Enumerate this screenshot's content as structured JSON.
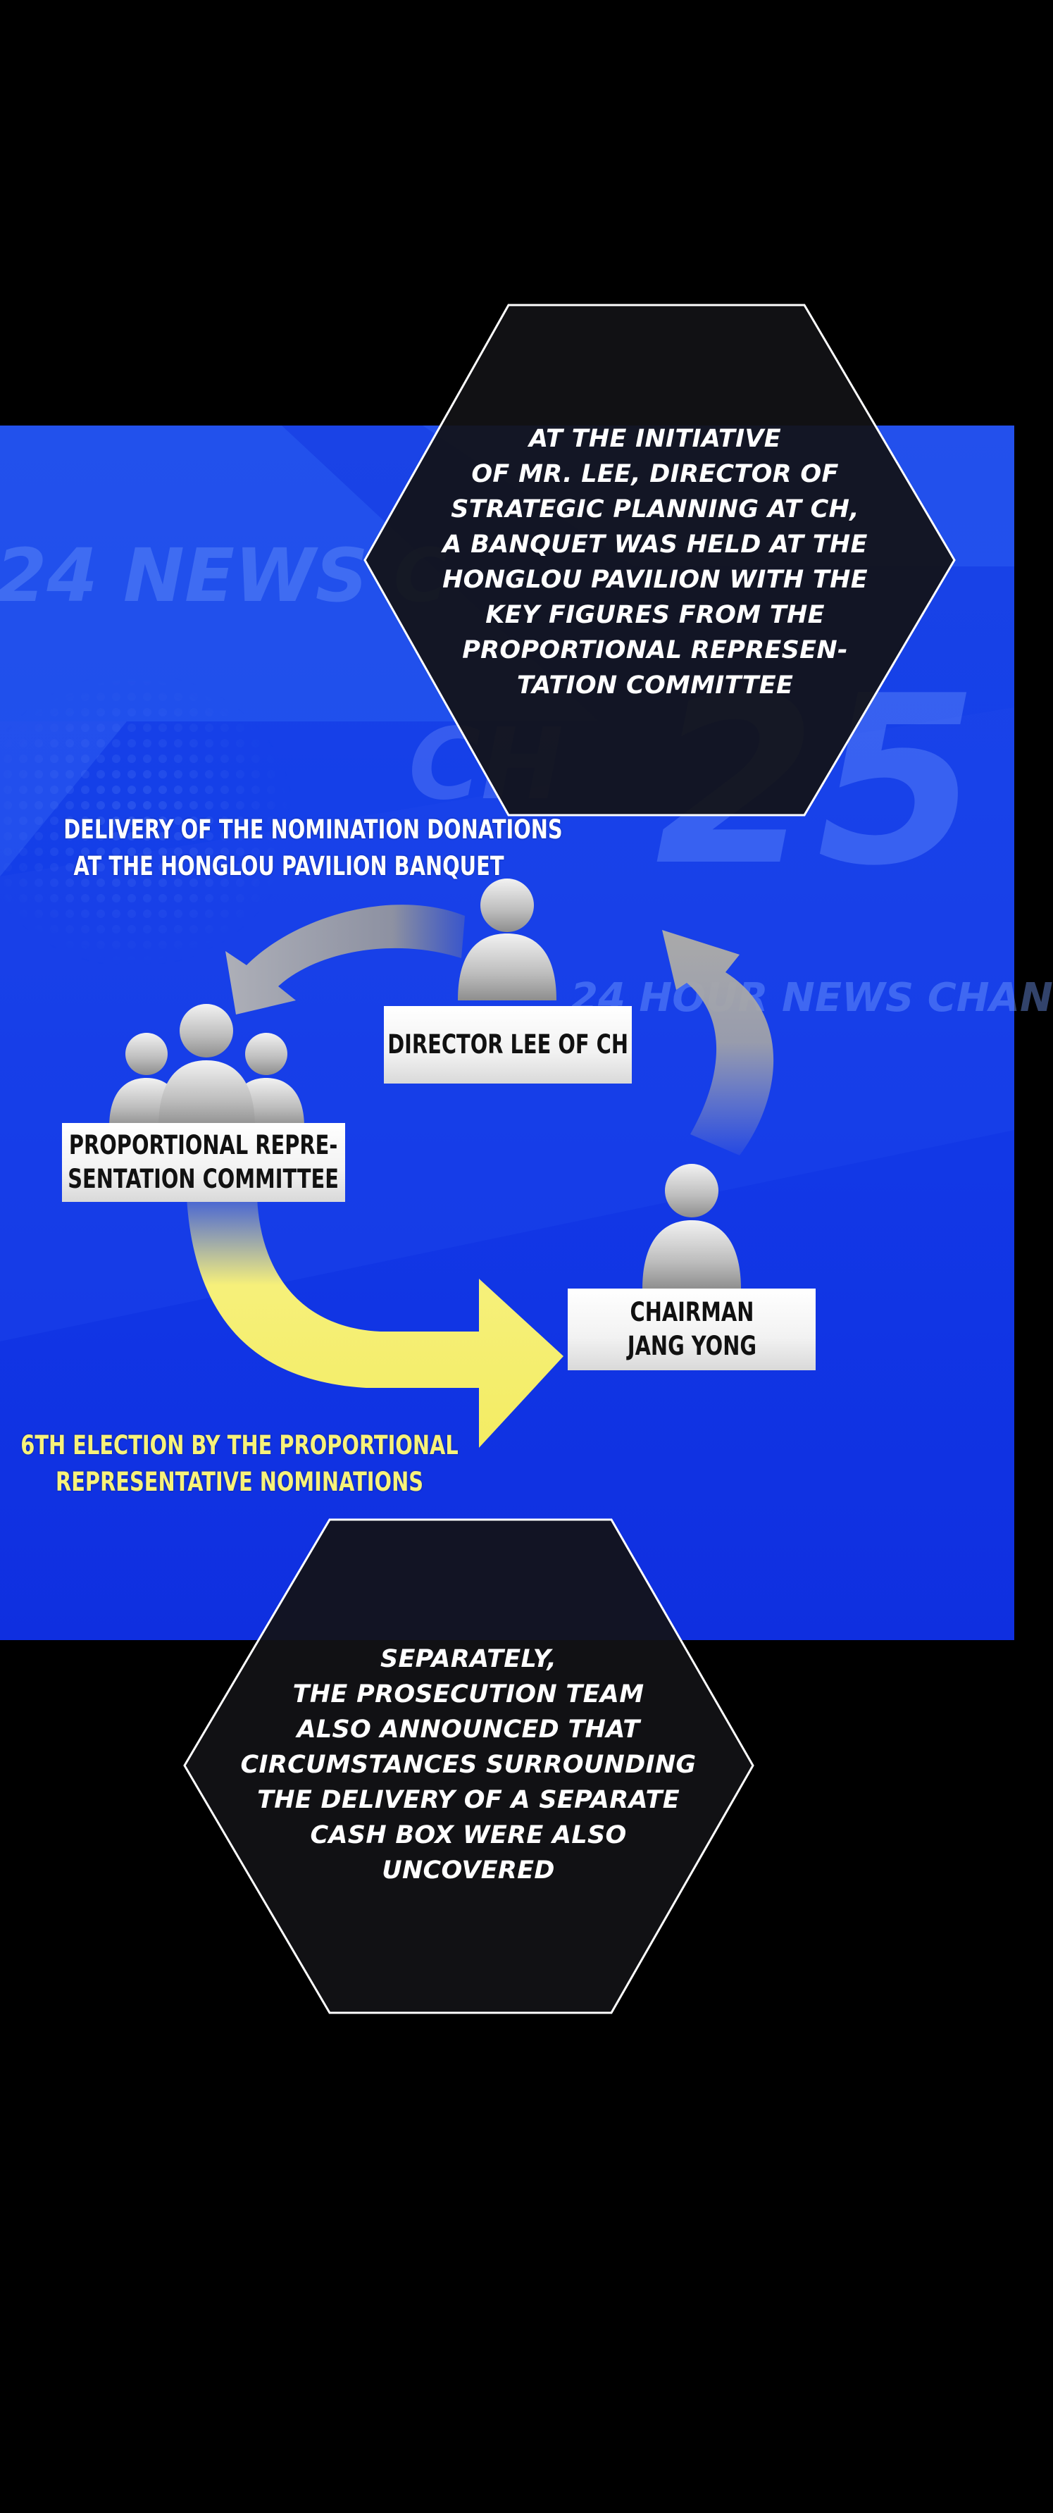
{
  "background": {
    "color_black": "#000000",
    "color_panel": "#1540e8",
    "watermark_left": "24 NEWS C",
    "watermark_ch": "CH",
    "watermark_25": "25",
    "watermark_sub": "24 HOUR NEWS CHAN"
  },
  "top_caption": {
    "lines": [
      "AT THE INITIATIVE",
      "OF MR. LEE, DIRECTOR OF",
      "STRATEGIC PLANNING AT CH,",
      "A BANQUET WAS HELD AT THE",
      "HONGLOU PAVILION WITH THE",
      "KEY FIGURES FROM THE",
      "PROPORTIONAL REPRESEN-",
      "TATION COMMITTEE"
    ]
  },
  "diagram": {
    "delivery_label": [
      "DELIVERY OF THE NOMINATION DONATIONS",
      "AT THE HONGLOU PAVILION BANQUET"
    ],
    "director_tag": "DIRECTOR LEE OF CH",
    "committee_tag": [
      "PROPORTIONAL REPRE-",
      "SENTATION COMMITTEE"
    ],
    "chairman_tag": [
      "CHAIRMAN",
      "JANG YONG"
    ],
    "election_label": [
      "6TH ELECTION BY THE PROPORTIONAL",
      "REPRESENTATIVE NOMINATIONS"
    ],
    "colors": {
      "gray_arrow": "#a7a7a7",
      "yellow_arrow": "#f6f07a",
      "yellow_text": "#f7f27a"
    }
  },
  "bottom_caption": {
    "lines": [
      "SEPARATELY,",
      "THE PROSECUTION TEAM",
      "ALSO ANNOUNCED THAT",
      "CIRCUMSTANCES SURROUNDING",
      "THE DELIVERY OF A SEPARATE",
      "CASH BOX WERE ALSO",
      "UNCOVERED"
    ]
  }
}
